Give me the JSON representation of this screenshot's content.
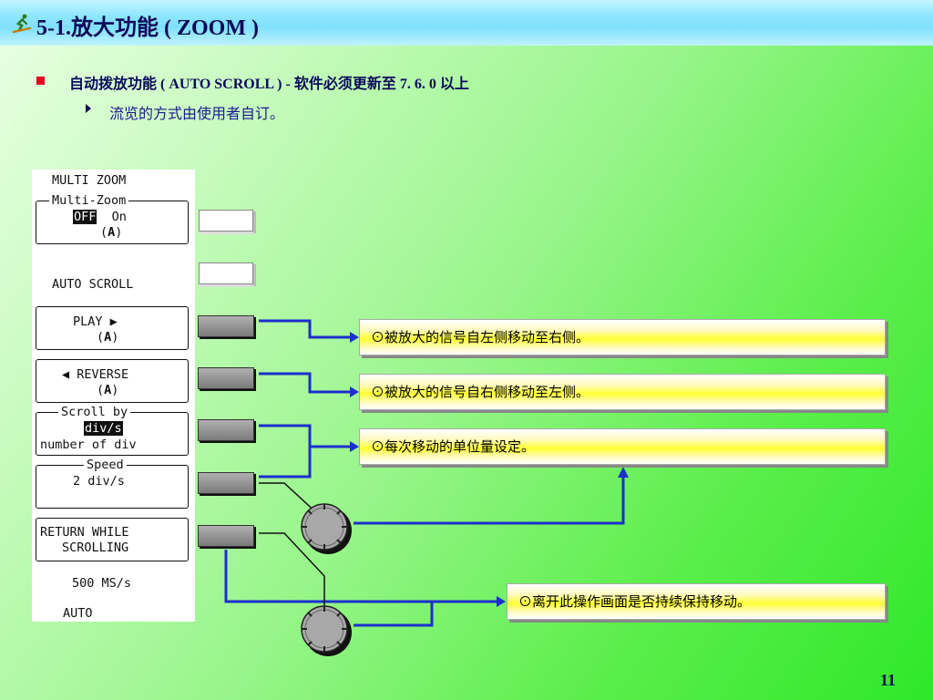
{
  "slide": {
    "title": "5-1.放大功能 ( ZOOM )",
    "bullet1": "自动拨放功能 ( AUTO SCROLL ) - 软件必须更新至 7. 6. 0 以上",
    "bullet2": "流览的方式由使用者自订。",
    "page_number": "11"
  },
  "panel": {
    "header": "MULTI ZOOM",
    "multi_zoom": {
      "legend": "Multi-Zoom",
      "off": "OFF",
      "on": "On",
      "knob": "A"
    },
    "auto_scroll": "AUTO SCROLL",
    "play": {
      "label": "PLAY ▶",
      "knob": "A"
    },
    "reverse": {
      "label": "◀ REVERSE",
      "knob": "A"
    },
    "scroll_by": {
      "legend": "Scroll by",
      "selected": "div/s",
      "option": "number of div"
    },
    "speed": {
      "legend": "Speed",
      "value": "2 div/s"
    },
    "return_while": {
      "line1": "RETURN WHILE",
      "line2": "SCROLLING"
    },
    "sample_rate": "500 MS/s",
    "mode": "AUTO"
  },
  "callouts": {
    "play": "⊙被放大的信号自左侧移动至右侧。",
    "reverse": "⊙被放大的信号自右侧移动至左侧。",
    "scroll_unit": "⊙每次移动的单位量设定。",
    "return_while": "⊙离开此操作画面是否持续保持移动。"
  },
  "colors": {
    "connector": "#1c2fcc",
    "bullet": "#e8001c",
    "title": "#0a0a5a"
  },
  "icons": {
    "title": "skier-icon",
    "knob": "rotary-knob-icon"
  }
}
